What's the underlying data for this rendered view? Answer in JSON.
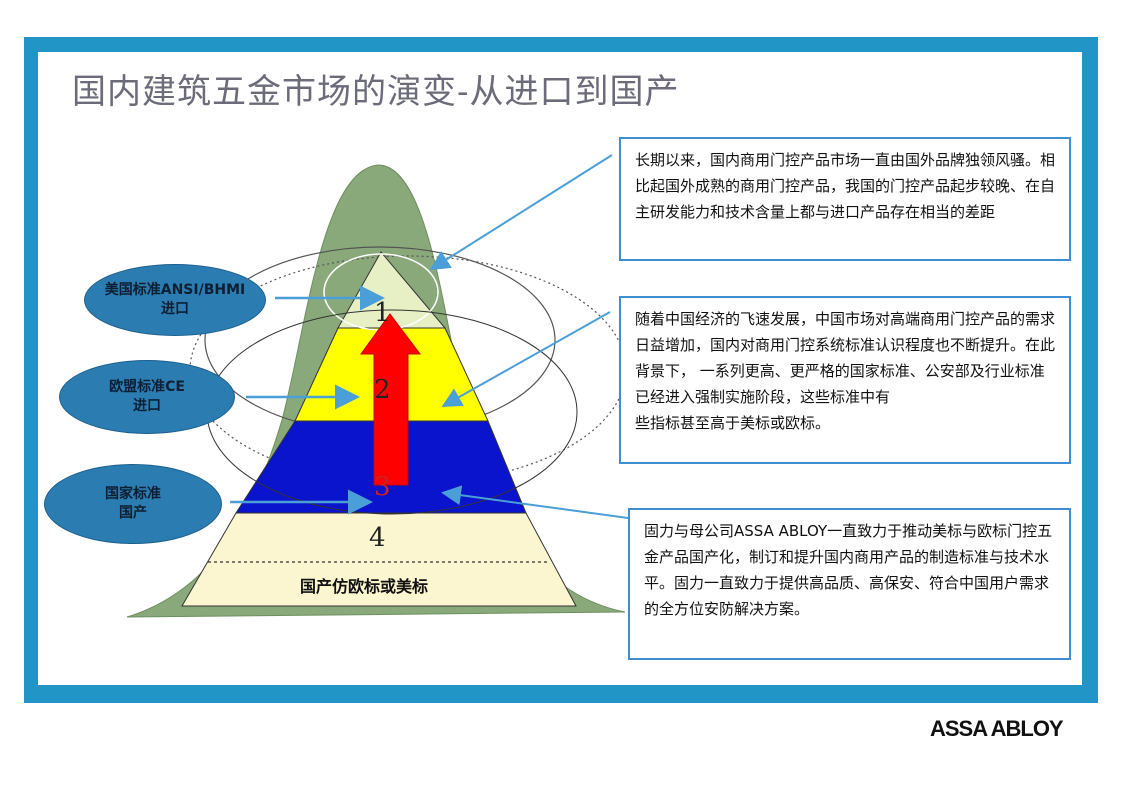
{
  "title": "国内建筑五金市场的演变-从进口到国产",
  "labels": {
    "usa_line1": "美国标准ANSI/BHMI",
    "usa_line2": "进口",
    "eu_line1": "欧盟标准CE",
    "eu_line2": "进口",
    "cn_line1": "国家标准",
    "cn_line2": "国产"
  },
  "levels": [
    "1",
    "2",
    "3",
    "4"
  ],
  "base_label": "国产仿欧标或美标",
  "boxes": {
    "box1": "长期以来，国内商用门控产品市场一直由国外品牌独领风骚。相比起国外成熟的商用门控产品，我国的门控产品起步较晚、在自主研发能力和技术含量上都与进口产品存在相当的差距",
    "box2_a": "随着中国经济的飞速发展，中国市场对高端商用门控产品的需求日益增加，国内对商用门控系统标准认识程度也不断提升。在此背景下， 一系列更高、更严格的国家标准、公安部及行业标准已经进入强制实施阶段，这些标准中有",
    "box2_b": "些指标甚至高于美标或欧标。",
    "box3": "固力与母公司ASSA ABLOY一直致力于推动美标与欧标门控五金产品国产化，制订和提升国内商用产品的制造标准与技术水平。固力一直致力于提供高品质、高保安、符合中国用户需求的全方位安防解决方案。"
  },
  "brand": "ASSA ABLOY",
  "colors": {
    "frame": "#2196c6",
    "mountain": "#8aa97b",
    "level1": "#e6f0c4",
    "level2": "#ffff00",
    "level3": "#0a14cc",
    "level4": "#fbf5d0",
    "arrow": "#ff0000",
    "oval": "#2b7cb1",
    "connector": "#4a9fd8"
  }
}
